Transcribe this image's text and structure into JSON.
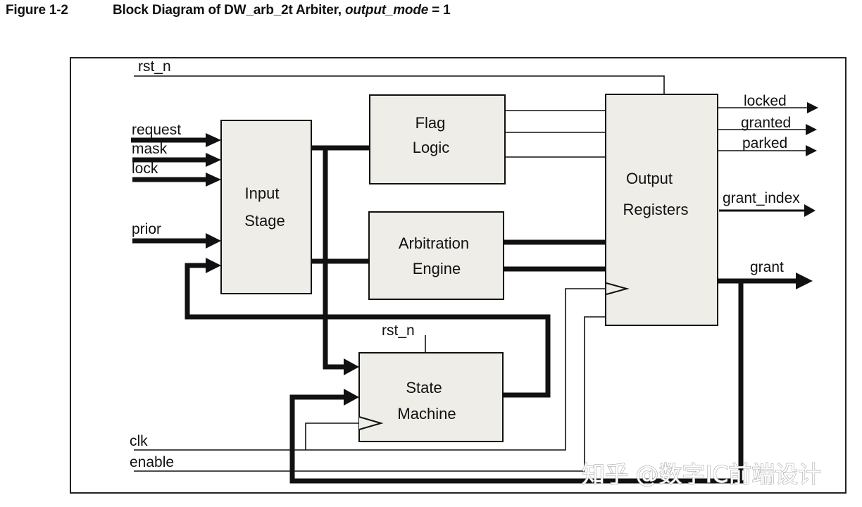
{
  "caption": {
    "figure_number": "Figure 1-2",
    "title_prefix": "Block Diagram of DW_arb_2t Arbiter, ",
    "title_param": "output_mode",
    "title_suffix": " = 1"
  },
  "colors": {
    "block_fill": "#efede8",
    "line": "#111111",
    "frame": "#222222"
  },
  "blocks": {
    "input_stage": {
      "line1": "Input",
      "line2": "Stage"
    },
    "flag_logic": {
      "line1": "Flag",
      "line2": "Logic"
    },
    "arbitration_engine": {
      "line1": "Arbitration",
      "line2": "Engine"
    },
    "state_machine": {
      "line1": "State",
      "line2": "Machine"
    },
    "output_registers": {
      "line1": "Output",
      "line2": "Registers"
    }
  },
  "inputs": {
    "rst_n_top": "rst_n",
    "request": "request",
    "mask": "mask",
    "lock": "lock",
    "prior": "prior",
    "rst_n_sm": "rst_n",
    "clk": "clk",
    "enable": "enable"
  },
  "outputs": {
    "locked": "locked",
    "granted": "granted",
    "parked": "parked",
    "grant_index": "grant_index",
    "grant": "grant"
  },
  "watermark": "知乎 @数字IC前端设计"
}
